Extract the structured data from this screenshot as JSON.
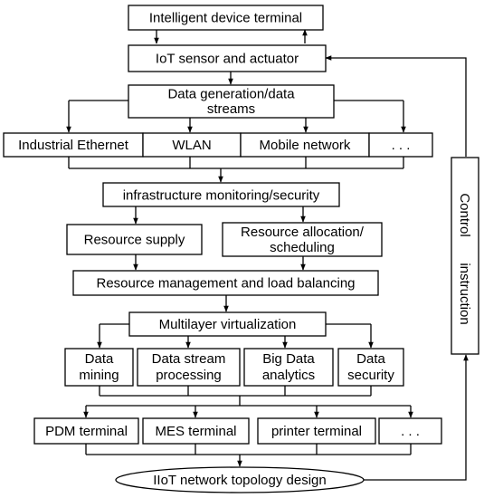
{
  "diagram": {
    "top_terminal": "Intelligent device terminal",
    "sensor": "IoT sensor and actuator",
    "data_gen_line1": "Data generation/data",
    "data_gen_line2": "streams",
    "net_industrial": "Industrial Ethernet",
    "net_wlan": "WLAN",
    "net_mobile": "Mobile network",
    "net_more": ". . .",
    "infra": "infrastructure monitoring/security",
    "res_supply": "Resource supply",
    "res_alloc_line1": "Resource allocation/",
    "res_alloc_line2": "scheduling",
    "res_mgmt": "Resource management and load balancing",
    "virtualization": "Multilayer virtualization",
    "svc_mining_line1": "Data",
    "svc_mining_line2": "mining",
    "svc_stream_line1": "Data stream",
    "svc_stream_line2": "processing",
    "svc_bigdata_line1": "Big Data",
    "svc_bigdata_line2": "analytics",
    "svc_security_line1": "Data",
    "svc_security_line2": "security",
    "term_pdm": "PDM terminal",
    "term_mes": "MES terminal",
    "term_printer": "printer terminal",
    "term_more": ". . .",
    "topology": "IIoT network topology design",
    "control_line1": "Control",
    "control_line2": "instruction"
  }
}
